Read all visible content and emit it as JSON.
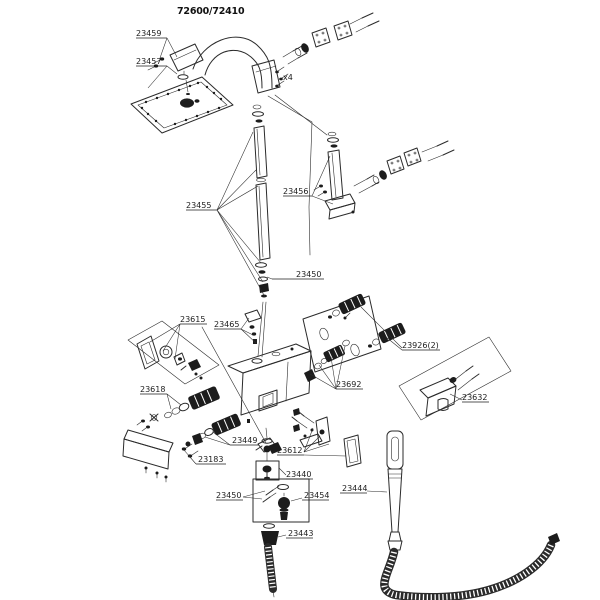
{
  "colors": {
    "background": "#ffffff",
    "line": "#2b2b2b",
    "dark_fill": "#1c1c1c"
  },
  "diagram": {
    "title": "72600/72410",
    "type": "exploded parts diagram",
    "labels": {
      "title": "72600/72410",
      "p23459": "23459",
      "p23457": "23457",
      "x4": "x4",
      "p23455": "23455",
      "p23456": "23456",
      "p23450a": "23450",
      "p23615": "23615",
      "p23465": "23465",
      "p23618": "23618",
      "p23692": "23692",
      "p23926": "23926(2)",
      "p23632": "23632",
      "p23449": "23449",
      "p23183": "23183",
      "p23612": "23612",
      "p23440": "23440",
      "p23450b": "23450",
      "p23454": "23454",
      "p23443": "23443",
      "p23444": "23444"
    },
    "parts": [
      {
        "number": "23459",
        "component": "shower-arm connector screws"
      },
      {
        "number": "23457",
        "component": "square rain shower head plate"
      },
      {
        "number": "x4",
        "component": "wall plate screw quantity note"
      },
      {
        "number": "23455",
        "component": "vertical supply pipe segments"
      },
      {
        "number": "23456",
        "component": "wall support pipe with bracket"
      },
      {
        "number": "23450",
        "component": "pipe coupling stack"
      },
      {
        "number": "23615",
        "component": "handle trim assembly box"
      },
      {
        "number": "23465",
        "component": "small mounting screw set"
      },
      {
        "number": "23618",
        "component": "left cartridge and rings"
      },
      {
        "number": "23692",
        "component": "right cartridge and rings"
      },
      {
        "number": "23926(2)",
        "component": "two knurled adapters"
      },
      {
        "number": "23632",
        "component": "hand shower wall bracket kit"
      },
      {
        "number": "23449",
        "component": "lower cartridge and rings"
      },
      {
        "number": "23183",
        "component": "trim plate screws"
      },
      {
        "number": "23612",
        "component": "diverter bracket assembly"
      },
      {
        "number": "23440",
        "component": "outlet connector knob"
      },
      {
        "number": "23450",
        "component": "retainer screws"
      },
      {
        "number": "23454",
        "component": "check-valve ball assembly"
      },
      {
        "number": "23443",
        "component": "hose connector with ribbed hose"
      },
      {
        "number": "23444",
        "component": "hand shower wand with hose"
      }
    ]
  }
}
